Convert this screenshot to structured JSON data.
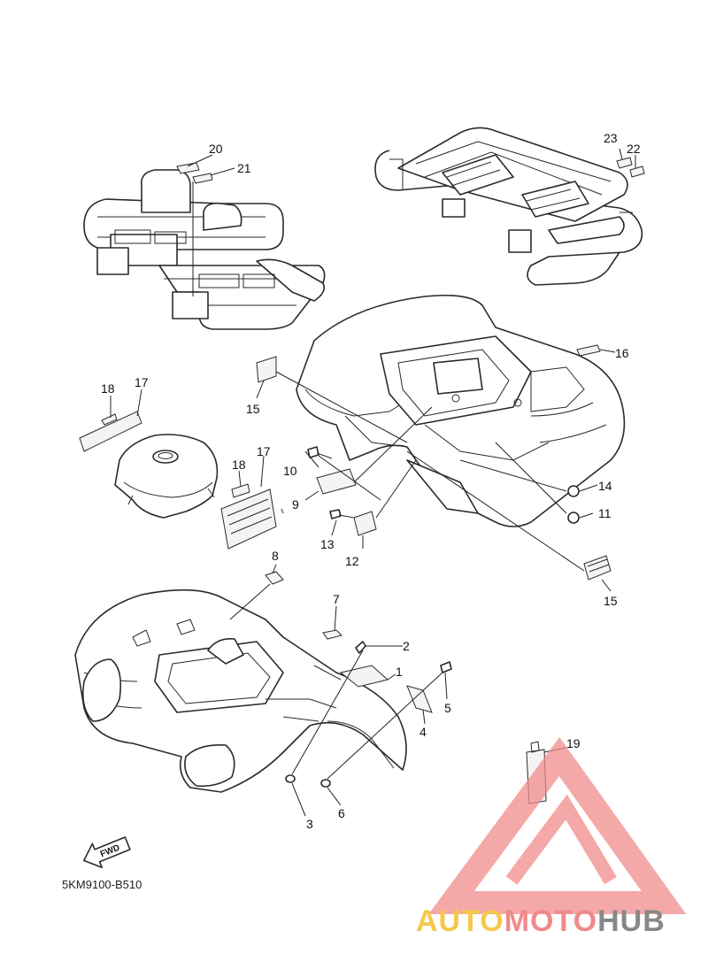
{
  "diagram_code": "5KM9100-B510",
  "fwd_label": "FWD",
  "callouts": {
    "c1": "1",
    "c2": "2",
    "c3": "3",
    "c4": "4",
    "c5": "5",
    "c6": "6",
    "c7": "7",
    "c8": "8",
    "c9": "9",
    "c10": "10",
    "c11": "11",
    "c12": "12",
    "c13": "13",
    "c14": "14",
    "c15a": "15",
    "c15b": "15",
    "c16": "16",
    "c17a": "17",
    "c17b": "17",
    "c18a": "18",
    "c18b": "18",
    "c19": "19",
    "c20": "20",
    "c21": "21",
    "c22": "22",
    "c23": "23"
  },
  "watermark": {
    "part1": "AUTO",
    "part2": "MOTO",
    "part3": "HUB",
    "colors": {
      "part1": "#f5c84c",
      "part2": "#f08a8a",
      "part3": "#888888",
      "triangle": "#f28b8b"
    }
  }
}
